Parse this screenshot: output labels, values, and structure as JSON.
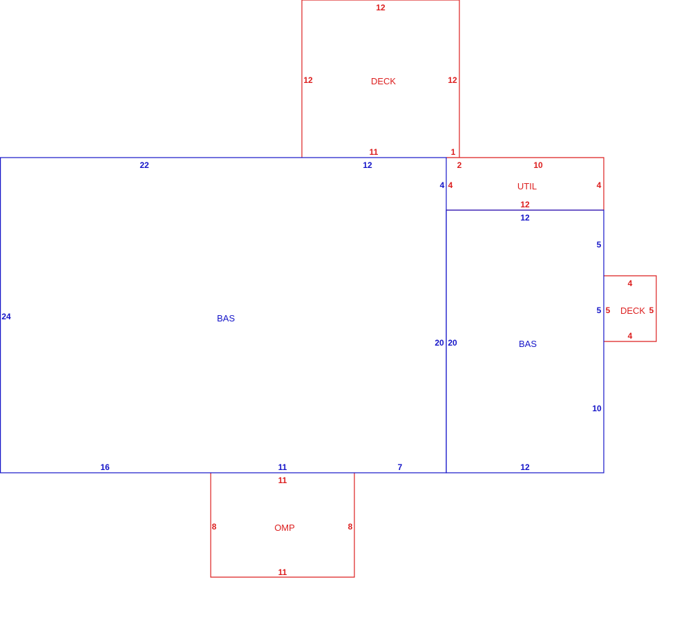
{
  "colors": {
    "living": "#1414c8",
    "other": "#dc1e1e",
    "background": "#ffffff"
  },
  "areas": {
    "bas_main": {
      "name": "BAS",
      "color": "living",
      "edges": {
        "top_left": "22",
        "top_right": "12",
        "left": "24",
        "right_upper": "4",
        "right": "20",
        "bottom_left": "16",
        "bottom_mid": "11",
        "bottom_right": "7"
      }
    },
    "bas_right": {
      "name": "BAS",
      "color": "living",
      "edges": {
        "top": "12",
        "left": "20",
        "right_upper": "5",
        "right_mid": "5",
        "right_lower": "10",
        "bottom": "12"
      }
    },
    "deck_top": {
      "name": "DECK",
      "color": "other",
      "edges": {
        "top": "12",
        "left": "12",
        "right": "12",
        "bottom": "11",
        "bottom_step": "1"
      }
    },
    "util": {
      "name": "UTIL",
      "color": "other",
      "edges": {
        "top_step": "2",
        "top": "10",
        "left": "4",
        "right": "4",
        "bottom": "12"
      }
    },
    "deck_right": {
      "name": "DECK",
      "color": "other",
      "edges": {
        "top": "4",
        "left": "5",
        "right": "5",
        "bottom": "4"
      }
    },
    "omp": {
      "name": "OMP",
      "color": "other",
      "edges": {
        "top": "11",
        "left": "8",
        "right": "8",
        "bottom": "11"
      }
    }
  }
}
